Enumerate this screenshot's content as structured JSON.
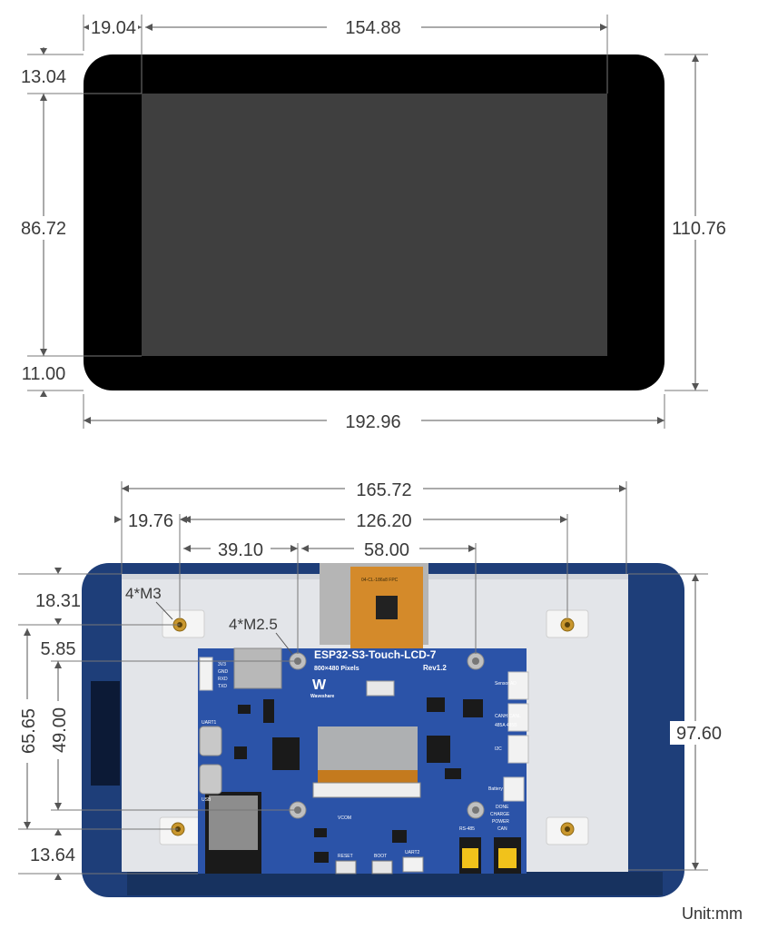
{
  "front_view": {
    "dims": {
      "bezel_left": "19.04",
      "active_width": "154.88",
      "bezel_top": "13.04",
      "active_height": "86.72",
      "bezel_bottom": "11.00",
      "total_height": "110.76",
      "total_width": "192.96"
    }
  },
  "back_view": {
    "dims": {
      "frame_width": "165.72",
      "hole_offset_x": "19.76",
      "hole_pitch_x": "126.20",
      "pcb_hole_offset_x": "39.10",
      "pcb_hole_pitch_x": "58.00",
      "hole_offset_top": "18.31",
      "pcb_hole_offset_y": "5.85",
      "hole_pitch_y": "65.65",
      "pcb_hole_pitch_y": "49.00",
      "hole_offset_bottom": "13.64",
      "frame_height": "97.60"
    },
    "labels": {
      "m3_holes": "4*M3",
      "m25_holes": "4*M2.5"
    },
    "pcb": {
      "product_name": "ESP32-S3-Touch-LCD-7",
      "resolution": "800×480 Pixels",
      "revision": "Rev1.2",
      "brand": "Waveshare",
      "fpc_label": "04-CL-186s8 FPC",
      "silk": [
        "UART1",
        "USB",
        "3V3",
        "GND",
        "RXD",
        "TXD",
        "VCOM",
        "RESET",
        "BOOT",
        "UART2",
        "RS-485",
        "CAN",
        "Battery",
        "DONE",
        "CHARGE",
        "POWER",
        "I2C",
        "Sensor AD",
        "CANH CANL",
        "485A 485B"
      ]
    }
  },
  "unit": "Unit:mm",
  "colors": {
    "screen_black": "#000000",
    "active_area": "#3f3f3f",
    "frame_blue": "#1e3e79",
    "panel_grey": "#e3e5e9",
    "pcb_blue": "#2b53a8",
    "fpc_orange": "#d48a2a",
    "standoff_white": "#f2f2f2",
    "brass": "#c9972e"
  }
}
